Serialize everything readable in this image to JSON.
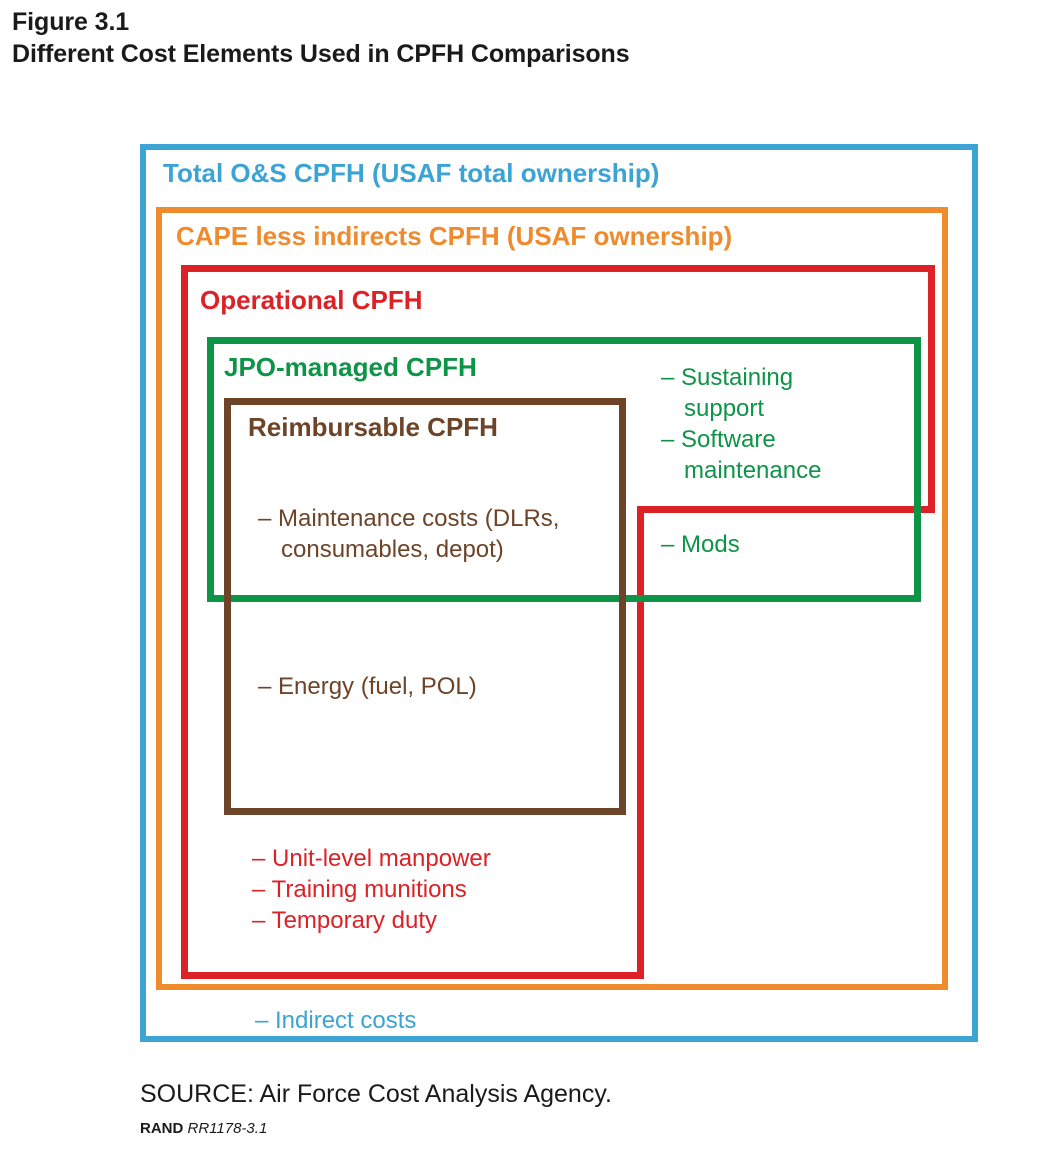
{
  "figure": {
    "number": "Figure 3.1",
    "title": "Different Cost Elements Used in CPFH Comparisons"
  },
  "colors": {
    "total_blue": "#3ba4d4",
    "cape_orange": "#ef8b2c",
    "operational_red": "#dc2127",
    "jpo_green": "#0e9447",
    "reimbursable_brown": "#6d4428",
    "text_black": "#1a1a1a"
  },
  "chart_data": {
    "type": "diagram",
    "subtype": "nested-containment",
    "title": "Different Cost Elements Used in CPFH Comparisons",
    "levels": [
      {
        "id": "total-os",
        "label": "Total O&S CPFH (USAF total ownership)",
        "color": "#3ba4d4",
        "depth": 0,
        "items": [
          "– Indirect costs"
        ]
      },
      {
        "id": "cape-less-indirects",
        "label": "CAPE less indirects CPFH (USAF ownership)",
        "color": "#ef8b2c",
        "depth": 1,
        "items": []
      },
      {
        "id": "operational",
        "label": "Operational CPFH",
        "color": "#dc2127",
        "depth": 2,
        "items": [
          "– Unit-level manpower",
          "– Training munitions",
          "– Temporary duty"
        ]
      },
      {
        "id": "jpo-managed",
        "label": "JPO-managed CPFH",
        "color": "#0e9447",
        "depth": 3,
        "items": [
          "– Sustaining support",
          "– Software maintenance",
          "– Mods"
        ]
      },
      {
        "id": "reimbursable",
        "label": "Reimbursable CPFH",
        "color": "#6d4428",
        "depth": 4,
        "items": [
          "– Maintenance costs (DLRs, consumables, depot)",
          "– Energy (fuel, POL)"
        ]
      }
    ]
  },
  "boxes": {
    "total": {
      "title": "Total O&S CPFH (USAF total ownership)"
    },
    "cape": {
      "title": "CAPE less indirects CPFH (USAF ownership)"
    },
    "operational": {
      "title": "Operational CPFH"
    },
    "jpo": {
      "title": "JPO-managed CPFH"
    },
    "reimbursable": {
      "title": "Reimbursable CPFH"
    }
  },
  "bullets": {
    "jpo_upper": {
      "sustaining": "– Sustaining\n   support",
      "software": "– Software\n   maintenance"
    },
    "jpo_mods": {
      "mods": "– Mods"
    },
    "reimbursable_maintenance": {
      "maintenance": "– Maintenance costs (DLRs,\n   consumables, depot)"
    },
    "reimbursable_energy": {
      "energy": "– Energy (fuel, POL)"
    },
    "operational": {
      "manpower": "– Unit-level manpower",
      "munitions": "– Training munitions",
      "tdy": "– Temporary duty"
    },
    "total": {
      "indirect": "– Indirect costs"
    }
  },
  "footer": {
    "source": "SOURCE: Air Force Cost Analysis Agency.",
    "rand_label": "RAND",
    "rand_number": "RR1178-3.1"
  }
}
